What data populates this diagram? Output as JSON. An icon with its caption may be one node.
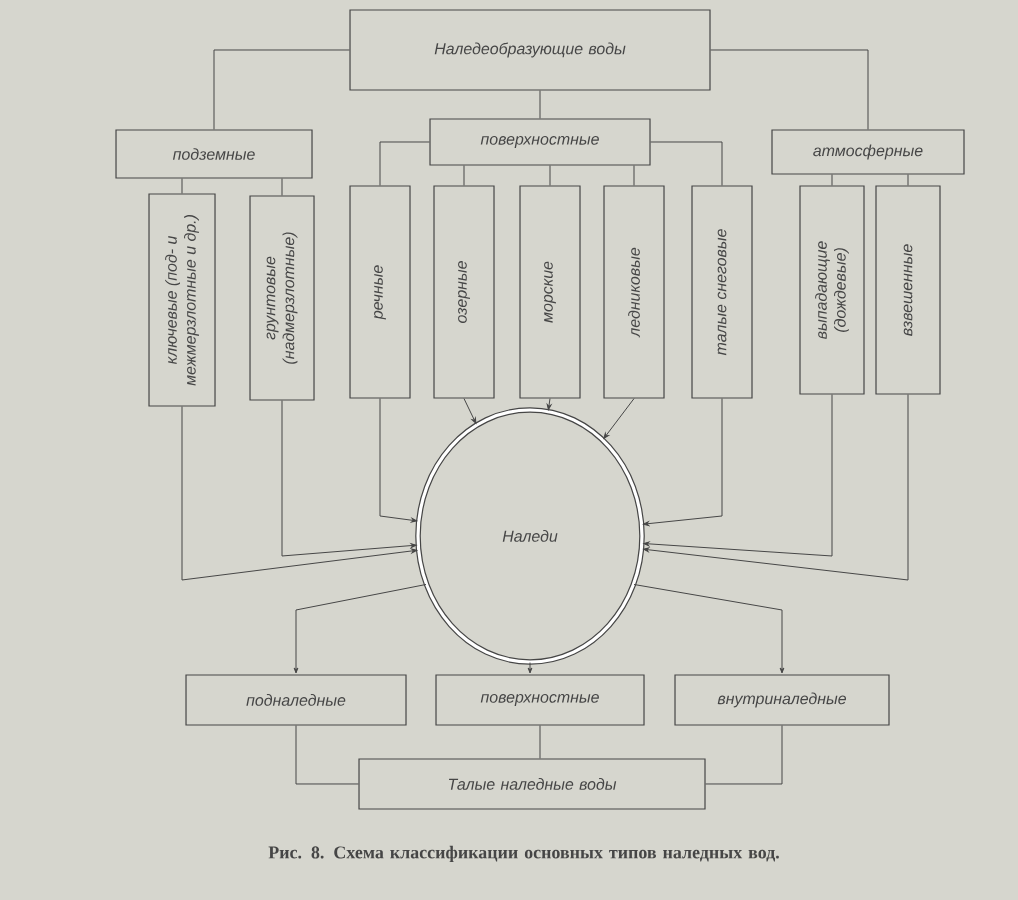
{
  "diagram": {
    "caption": "Рис. 8. Схема классификации основных типов наледных вод.",
    "nodes": [
      {
        "text": [
          "Наледеобразующие воды"
        ]
      },
      {
        "text": [
          "подземные"
        ]
      },
      {
        "text": [
          "поверхностные"
        ]
      },
      {
        "text": [
          "атмосферные"
        ]
      },
      {
        "text": [
          "ключевые (под- и межмерзлотные и др.)"
        ]
      },
      {
        "text": [
          "грунтовые (надмерзлотные)"
        ]
      },
      {
        "text": [
          "речные"
        ]
      },
      {
        "text": [
          "озерные"
        ]
      },
      {
        "text": [
          "морские"
        ]
      },
      {
        "text": [
          "ледниковые"
        ]
      },
      {
        "text": [
          "талые снеговые"
        ]
      },
      {
        "text": [
          "выпадающие (дождевые)"
        ]
      },
      {
        "text": [
          "взвешенные"
        ]
      },
      {
        "text": [
          "Наледи"
        ]
      },
      {
        "text": [
          "подналедные"
        ]
      },
      {
        "text": [
          "поверхностные"
        ]
      },
      {
        "text": [
          "внутриналедные"
        ]
      },
      {
        "text": [
          "Талые наледные воды"
        ]
      }
    ],
    "edges": [
      {
        "from": 0,
        "to": 1,
        "arrow": "none"
      },
      {
        "from": 0,
        "to": 2,
        "arrow": "none"
      },
      {
        "from": 0,
        "to": 3,
        "arrow": "none"
      },
      {
        "from": 1,
        "to": 4,
        "arrow": "none"
      },
      {
        "from": 1,
        "to": 5,
        "arrow": "none"
      },
      {
        "from": 2,
        "to": 6,
        "arrow": "none"
      },
      {
        "from": 2,
        "to": 7,
        "arrow": "none"
      },
      {
        "from": 2,
        "to": 8,
        "arrow": "none"
      },
      {
        "from": 2,
        "to": 9,
        "arrow": "none"
      },
      {
        "from": 2,
        "to": 10,
        "arrow": "none"
      },
      {
        "from": 3,
        "to": 11,
        "arrow": "none"
      },
      {
        "from": 3,
        "to": 12,
        "arrow": "none"
      },
      {
        "from": 4,
        "to": 13,
        "arrow": "to"
      },
      {
        "from": 5,
        "to": 13,
        "arrow": "to"
      },
      {
        "from": 6,
        "to": 13,
        "arrow": "to"
      },
      {
        "from": 7,
        "to": 13,
        "arrow": "to"
      },
      {
        "from": 8,
        "to": 13,
        "arrow": "to"
      },
      {
        "from": 9,
        "to": 13,
        "arrow": "to"
      },
      {
        "from": 10,
        "to": 13,
        "arrow": "to"
      },
      {
        "from": 11,
        "to": 13,
        "arrow": "to"
      },
      {
        "from": 12,
        "to": 13,
        "arrow": "to"
      },
      {
        "from": 13,
        "to": 14,
        "arrow": "to"
      },
      {
        "from": 13,
        "to": 15,
        "arrow": "to"
      },
      {
        "from": 13,
        "to": 16,
        "arrow": "to"
      },
      {
        "from": 14,
        "to": 17,
        "arrow": "none"
      },
      {
        "from": 15,
        "to": 17,
        "arrow": "none"
      },
      {
        "from": 16,
        "to": 17,
        "arrow": "none"
      }
    ]
  }
}
